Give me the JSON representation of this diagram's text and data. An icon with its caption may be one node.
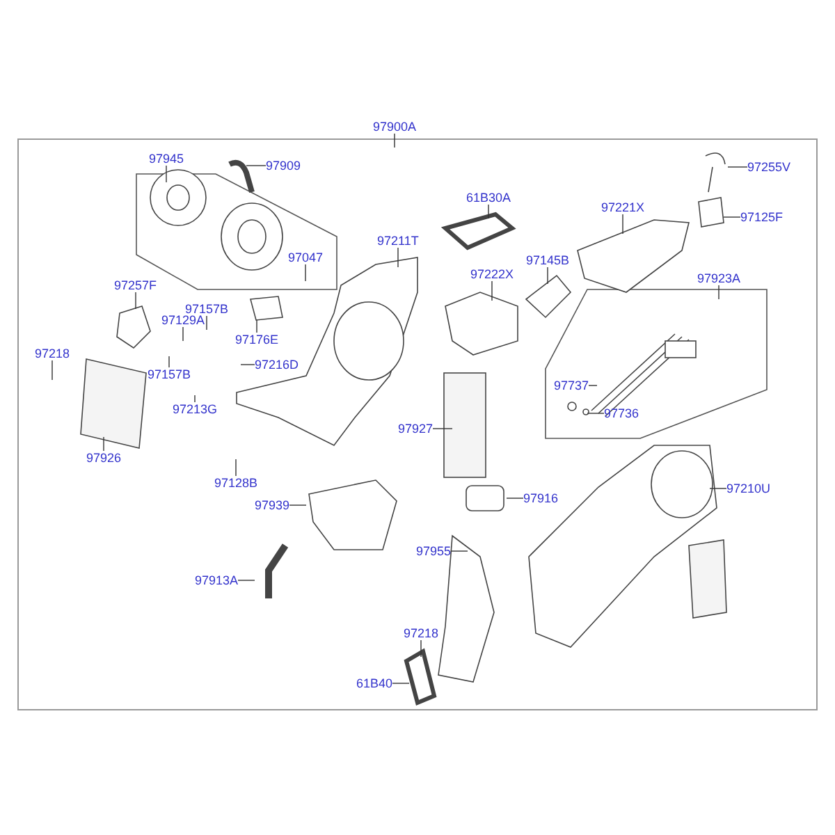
{
  "diagram": {
    "nodes": [
      {
        "text": [
          "97900A"
        ]
      },
      {
        "text": [
          "97945"
        ]
      },
      {
        "text": [
          "97909"
        ]
      },
      {
        "text": [
          "97047"
        ]
      },
      {
        "text": [
          "61B30A"
        ]
      },
      {
        "text": [
          "97221X"
        ]
      },
      {
        "text": [
          "97255V"
        ]
      },
      {
        "text": [
          "97125F"
        ]
      },
      {
        "text": [
          "97211T"
        ]
      },
      {
        "text": [
          "97222X"
        ]
      },
      {
        "text": [
          "97145B"
        ]
      },
      {
        "text": [
          "97923A"
        ]
      },
      {
        "text": [
          "97257F"
        ]
      },
      {
        "text": [
          "97157B"
        ]
      },
      {
        "text": [
          "97129A"
        ]
      },
      {
        "text": [
          "97176E"
        ]
      },
      {
        "text": [
          "97216D"
        ]
      },
      {
        "text": [
          "97218"
        ]
      },
      {
        "text": [
          "97157B"
        ]
      },
      {
        "text": [
          "97213G"
        ]
      },
      {
        "text": [
          "97926"
        ]
      },
      {
        "text": [
          "97737"
        ]
      },
      {
        "text": [
          "97736"
        ]
      },
      {
        "text": [
          "97927"
        ]
      },
      {
        "text": [
          "97128B"
        ]
      },
      {
        "text": [
          "97916"
        ]
      },
      {
        "text": [
          "97210U"
        ]
      },
      {
        "text": [
          "97939"
        ]
      },
      {
        "text": [
          "97913A"
        ]
      },
      {
        "text": [
          "97955"
        ]
      },
      {
        "text": [
          "97218"
        ]
      },
      {
        "text": [
          "61B40"
        ]
      }
    ],
    "edges": [
      {
        "from": 0,
        "to": null,
        "arrow": "none"
      },
      {
        "from": 1,
        "to": null,
        "arrow": "none"
      },
      {
        "from": 2,
        "to": null,
        "arrow": "none"
      },
      {
        "from": 3,
        "to": null,
        "arrow": "none"
      },
      {
        "from": 4,
        "to": null,
        "arrow": "none"
      },
      {
        "from": 5,
        "to": null,
        "arrow": "none"
      },
      {
        "from": 6,
        "to": null,
        "arrow": "none"
      },
      {
        "from": 7,
        "to": null,
        "arrow": "none"
      },
      {
        "from": 8,
        "to": null,
        "arrow": "none"
      },
      {
        "from": 9,
        "to": null,
        "arrow": "none"
      },
      {
        "from": 10,
        "to": null,
        "arrow": "none"
      },
      {
        "from": 11,
        "to": null,
        "arrow": "none"
      },
      {
        "from": 12,
        "to": null,
        "arrow": "none"
      },
      {
        "from": 13,
        "to": null,
        "arrow": "none"
      },
      {
        "from": 14,
        "to": null,
        "arrow": "none"
      },
      {
        "from": 15,
        "to": null,
        "arrow": "none"
      },
      {
        "from": 16,
        "to": null,
        "arrow": "none"
      },
      {
        "from": 17,
        "to": null,
        "arrow": "none"
      },
      {
        "from": 18,
        "to": null,
        "arrow": "none"
      },
      {
        "from": 19,
        "to": null,
        "arrow": "none"
      },
      {
        "from": 20,
        "to": null,
        "arrow": "none"
      },
      {
        "from": 21,
        "to": null,
        "arrow": "none"
      },
      {
        "from": 22,
        "to": null,
        "arrow": "none"
      },
      {
        "from": 23,
        "to": null,
        "arrow": "none"
      },
      {
        "from": 24,
        "to": null,
        "arrow": "none"
      },
      {
        "from": 25,
        "to": null,
        "arrow": "none"
      },
      {
        "from": 26,
        "to": null,
        "arrow": "none"
      },
      {
        "from": 27,
        "to": null,
        "arrow": "none"
      },
      {
        "from": 28,
        "to": null,
        "arrow": "none"
      },
      {
        "from": 29,
        "to": null,
        "arrow": "none"
      },
      {
        "from": 30,
        "to": null,
        "arrow": "none"
      },
      {
        "from": 31,
        "to": null,
        "arrow": "none"
      }
    ]
  }
}
